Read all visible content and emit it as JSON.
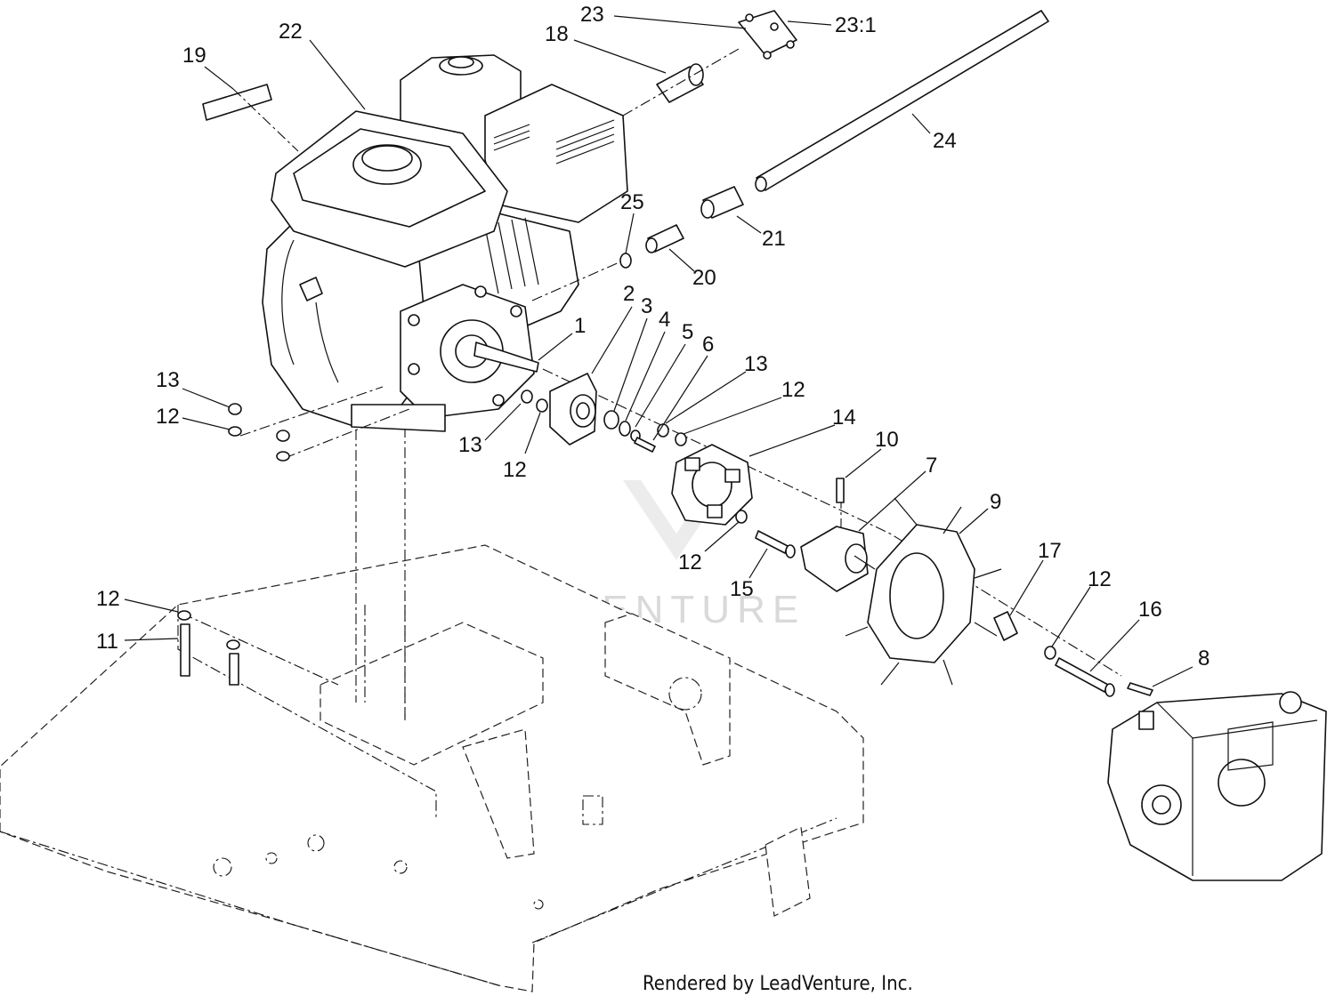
{
  "footer_text": "Rendered by LeadVenture, Inc.",
  "watermark_text": "LEADVENTURE",
  "callouts": [
    {
      "id": "c23",
      "label": "23"
    },
    {
      "id": "c23_1",
      "label": "23:1"
    },
    {
      "id": "c18",
      "label": "18"
    },
    {
      "id": "c22",
      "label": "22"
    },
    {
      "id": "c19",
      "label": "19"
    },
    {
      "id": "c24",
      "label": "24"
    },
    {
      "id": "c25",
      "label": "25"
    },
    {
      "id": "c21",
      "label": "21"
    },
    {
      "id": "c20",
      "label": "20"
    },
    {
      "id": "c2",
      "label": "2"
    },
    {
      "id": "c3",
      "label": "3"
    },
    {
      "id": "c4",
      "label": "4"
    },
    {
      "id": "c5",
      "label": "5"
    },
    {
      "id": "c6",
      "label": "6"
    },
    {
      "id": "c1",
      "label": "1"
    },
    {
      "id": "c13a",
      "label": "13"
    },
    {
      "id": "c12a",
      "label": "12"
    },
    {
      "id": "c13b",
      "label": "13"
    },
    {
      "id": "c12b",
      "label": "12"
    },
    {
      "id": "c13c",
      "label": "13"
    },
    {
      "id": "c12c",
      "label": "12"
    },
    {
      "id": "c14",
      "label": "14"
    },
    {
      "id": "c10",
      "label": "10"
    },
    {
      "id": "c7",
      "label": "7"
    },
    {
      "id": "c9",
      "label": "9"
    },
    {
      "id": "c12d",
      "label": "12"
    },
    {
      "id": "c15",
      "label": "15"
    },
    {
      "id": "c17",
      "label": "17"
    },
    {
      "id": "c12e",
      "label": "12"
    },
    {
      "id": "c16",
      "label": "16"
    },
    {
      "id": "c8",
      "label": "8"
    },
    {
      "id": "c12f",
      "label": "12"
    },
    {
      "id": "c11",
      "label": "11"
    }
  ]
}
